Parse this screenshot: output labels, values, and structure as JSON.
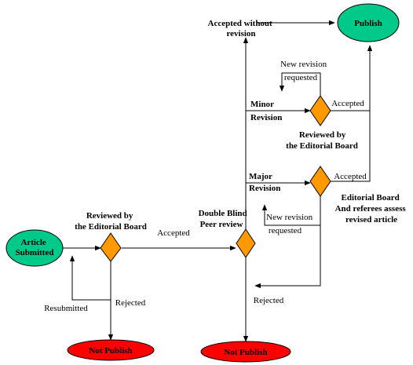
{
  "colors": {
    "start_fill": "#00c98a",
    "publish_fill": "#00c98a",
    "reject_fill": "#ff0000",
    "decision_fill": "#ff9900",
    "line": "#000000"
  },
  "nodes": {
    "article_submitted": [
      "Article",
      "Submitted"
    ],
    "publish": "Publish",
    "not_publish_left": "Not Publish",
    "not_publish_right": "Not Publish"
  },
  "labels": {
    "reviewed_editorial_1": [
      "Reviewed by",
      "the Editorial Board"
    ],
    "double_blind": [
      "Double Blind",
      "Peer review"
    ],
    "accepted_without": [
      "Accepted without",
      "revision"
    ],
    "reviewed_editorial_2": [
      "Reviewed by",
      "the Editorial Board"
    ],
    "editorial_referees": [
      "Editorial Board",
      "And referees assess",
      "revised article"
    ],
    "minor_revision": [
      "Minor",
      "Revision"
    ],
    "major_revision": [
      "Major",
      "Revision"
    ]
  },
  "edge_labels": {
    "accepted_1": "Accepted",
    "accepted_minor": "Accepted",
    "accepted_major": "Accepted",
    "new_revision_1": [
      "New revision",
      "requested"
    ],
    "new_revision_2": [
      "New revision",
      "requested"
    ],
    "rejected_1": "Rejected",
    "rejected_2": "Rejected",
    "resubmitted": "Resubmitted"
  }
}
